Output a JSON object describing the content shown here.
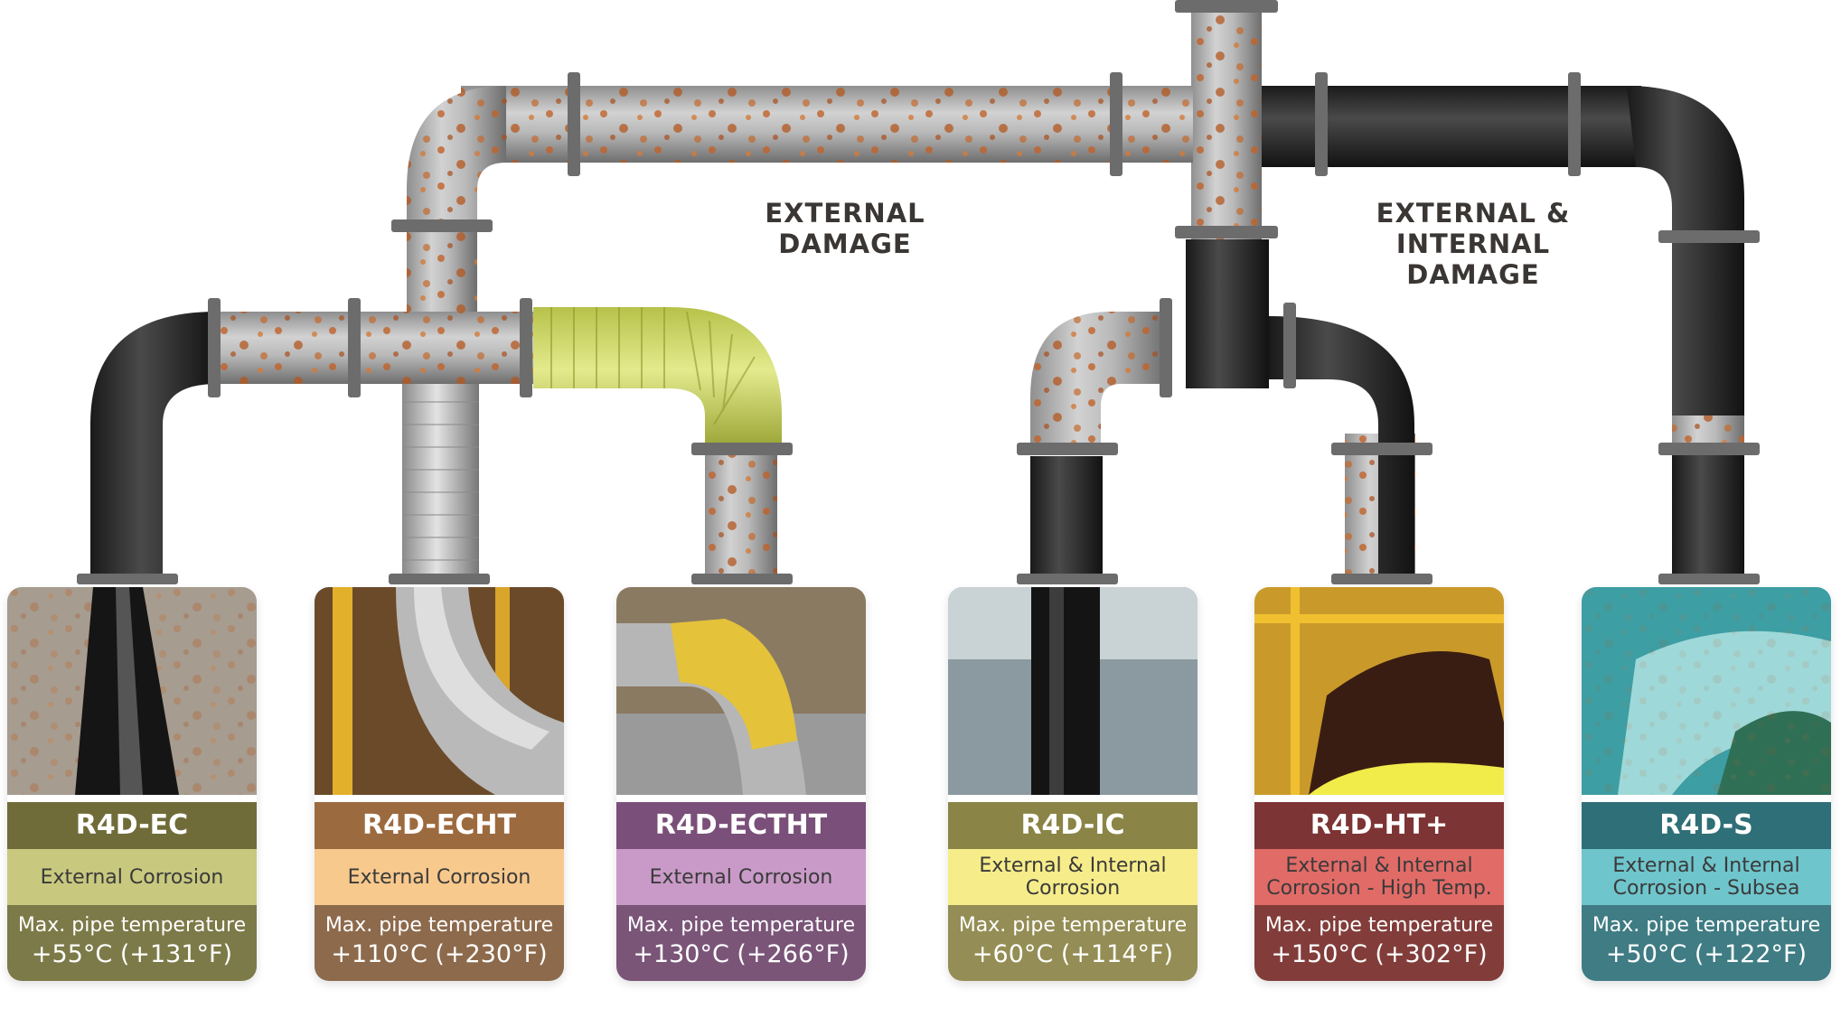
{
  "categories": {
    "external": "EXTERNAL DAMAGE",
    "external_internal": "EXTERNAL & INTERNAL\nDAMAGE"
  },
  "products": [
    {
      "name": "R4D-EC",
      "description": "External Corrosion",
      "temp_label": "Max. pipe temperature",
      "temp_value": "+55°C (+131°F)",
      "colors": {
        "name": "#6f6c39",
        "desc": "#c8c97f",
        "temp": "#7c7a48"
      }
    },
    {
      "name": "R4D-ECHT",
      "description": "External Corrosion",
      "temp_label": "Max. pipe temperature",
      "temp_value": "+110°C (+230°F)",
      "colors": {
        "name": "#9c6a3f",
        "desc": "#f7c98d",
        "temp": "#8d6a4c"
      }
    },
    {
      "name": "R4D-ECTHT",
      "description": "External Corrosion",
      "temp_label": "Max. pipe temperature",
      "temp_value": "+130°C (+266°F)",
      "colors": {
        "name": "#7a4f79",
        "desc": "#c99ac8",
        "temp": "#7a5578"
      }
    },
    {
      "name": "R4D-IC",
      "description": "External & Internal\nCorrosion",
      "temp_label": "Max. pipe temperature",
      "temp_value": "+60°C (+114°F)",
      "colors": {
        "name": "#8a8546",
        "desc": "#f6ec8a",
        "temp": "#948d55"
      }
    },
    {
      "name": "R4D-HT+",
      "description": "External & Internal\nCorrosion - High Temp.",
      "temp_label": "Max. pipe temperature",
      "temp_value": "+150°C (+302°F)",
      "colors": {
        "name": "#7d3434",
        "desc": "#e16b67",
        "temp": "#823d3a"
      }
    },
    {
      "name": "R4D-S",
      "description": "External & Internal\nCorrosion - Subsea",
      "temp_label": "Max. pipe temperature",
      "temp_value": "+50°C (+122°F)",
      "colors": {
        "name": "#2f6f78",
        "desc": "#6fc5cc",
        "temp": "#3f7c84"
      }
    }
  ]
}
